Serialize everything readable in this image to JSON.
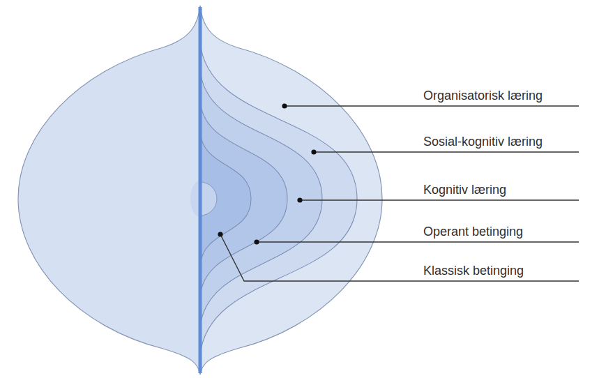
{
  "diagram": {
    "labels": [
      "Organisatorisk læring",
      "Sosial-kognitiv læring",
      "Kognitiv læring",
      "Operant betinging",
      "Klassisk betinging"
    ]
  }
}
